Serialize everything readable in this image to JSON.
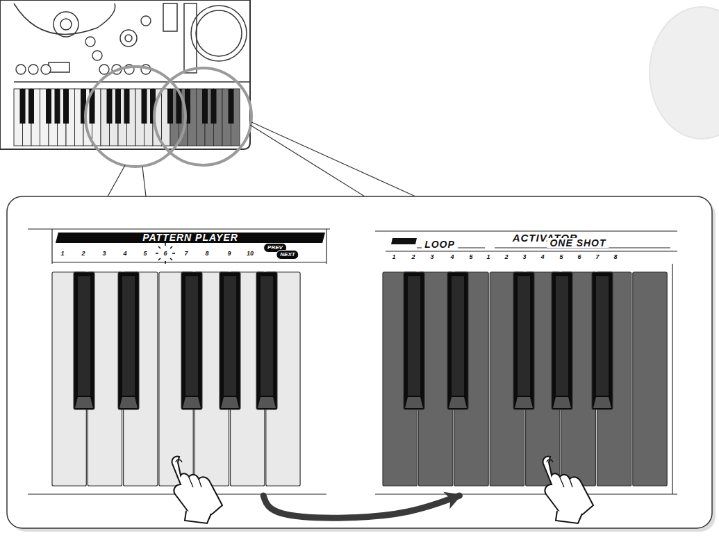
{
  "diagram": {
    "nodes": [
      {
        "text": [
          "PATTERN PLAYER"
        ]
      },
      {
        "text": [
          "ACTIVATOR"
        ]
      }
    ],
    "edges": [
      {
        "from": 0,
        "to": 1,
        "arrow": "to"
      }
    ],
    "labels": [
      "1",
      "2",
      "3",
      "4",
      "5",
      "6",
      "7",
      "8",
      "9",
      "10",
      "PREV",
      "NEXT",
      "LOOP",
      "1",
      "2",
      "3",
      "4",
      "5",
      "ONE SHOT",
      "1",
      "2",
      "3",
      "4",
      "5",
      "6",
      "7",
      "8"
    ]
  }
}
